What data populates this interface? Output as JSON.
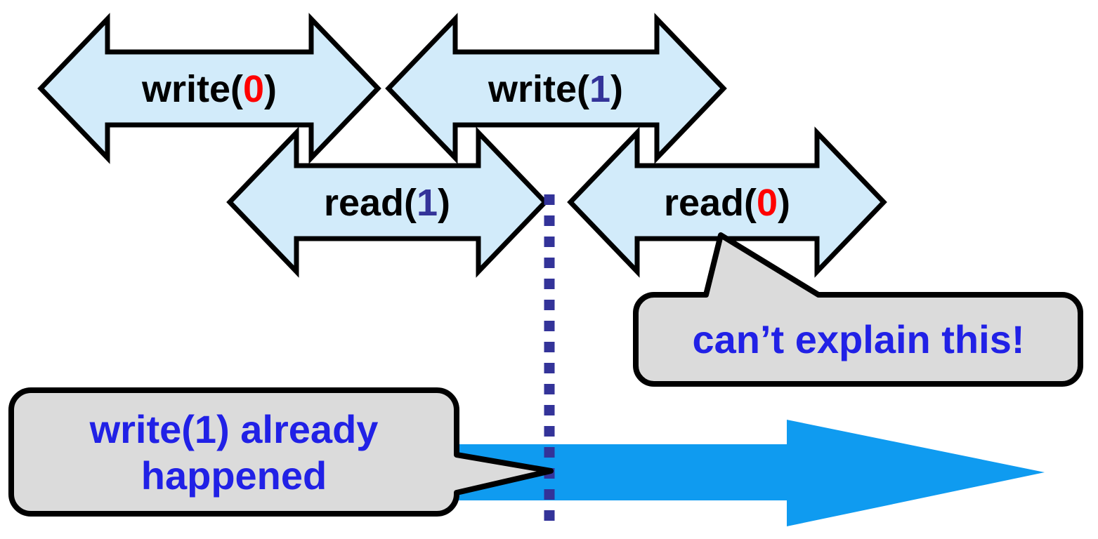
{
  "slide": {
    "operations": [
      {
        "name": "write0",
        "prefix": "write(",
        "value": "0",
        "suffix": ")",
        "value_color": "#FF0000"
      },
      {
        "name": "write1",
        "prefix": "write(",
        "value": "1",
        "suffix": ")",
        "value_color": "#333399"
      },
      {
        "name": "read1",
        "prefix": "read(",
        "value": "1",
        "suffix": ")",
        "value_color": "#333399"
      },
      {
        "name": "read0",
        "prefix": "read(",
        "value": "0",
        "suffix": ")",
        "value_color": "#FF0000"
      }
    ],
    "callouts": {
      "cant_explain": {
        "text": "can’t explain this!"
      },
      "write1_already": {
        "line1": "write(1) already",
        "line2": "happened"
      }
    },
    "colors": {
      "operation_arrow_fill": "#D2EBFA",
      "operation_label_color": "#000000",
      "timeline_arrow_fill": "#0F9BF0",
      "dotted_line_color": "#333399",
      "callout_fill": "#DBDBDB",
      "callout_text_color": "#2121E6"
    }
  }
}
